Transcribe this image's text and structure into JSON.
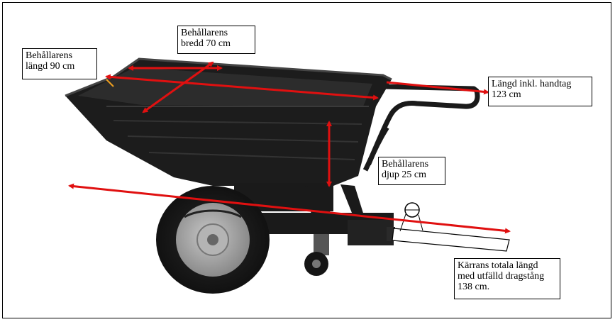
{
  "colors": {
    "measure_arrow": "#e01010",
    "cart_body": "#1c1c1c",
    "cart_shade": "#3a3a3a",
    "wheel_hub": "#9a9a9a",
    "accent_mark": "#f0a020"
  },
  "labels": {
    "container_length": "Behållarens\nlängd 90 cm",
    "container_width": "Behållarens\nbredd 70 cm",
    "length_incl_handle": "Längd inkl. handtag\n123 cm",
    "container_depth": "Behållarens\ndjup 25 cm",
    "total_length": "Kärrans totala längd\nmed utfälld dragstång\n138 cm."
  },
  "icons": {
    "cart": "tipping-garden-trailer-image",
    "hitch_ring": "tow-hitch-ring-icon"
  }
}
